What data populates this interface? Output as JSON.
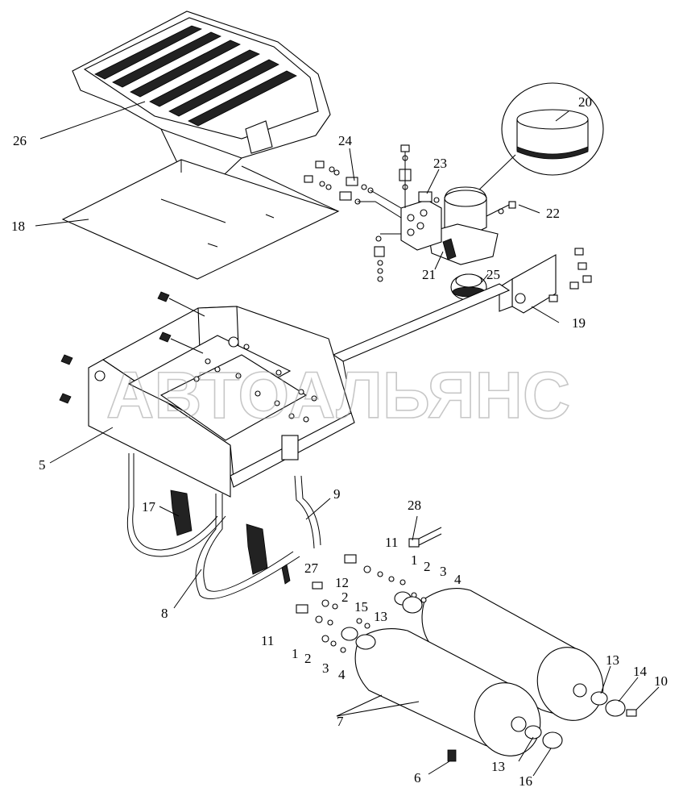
{
  "watermark": "АВТОАЛЬЯНС",
  "callouts": {
    "c1a": "1",
    "c1b": "1",
    "c2a": "2",
    "c2b": "2",
    "c2c": "2",
    "c3a": "3",
    "c3b": "3",
    "c4a": "4",
    "c4b": "4",
    "c5": "5",
    "c6": "6",
    "c7": "7",
    "c8": "8",
    "c9": "9",
    "c10": "10",
    "c11a": "11",
    "c11b": "11",
    "c12": "12",
    "c13a": "13",
    "c13b": "13",
    "c13c": "13",
    "c14": "14",
    "c15": "15",
    "c16": "16",
    "c17": "17",
    "c18": "18",
    "c19": "19",
    "c20": "20",
    "c21": "21",
    "c22": "22",
    "c23": "23",
    "c24": "24",
    "c25": "25",
    "c26": "26",
    "c27": "27",
    "c28": "28"
  }
}
